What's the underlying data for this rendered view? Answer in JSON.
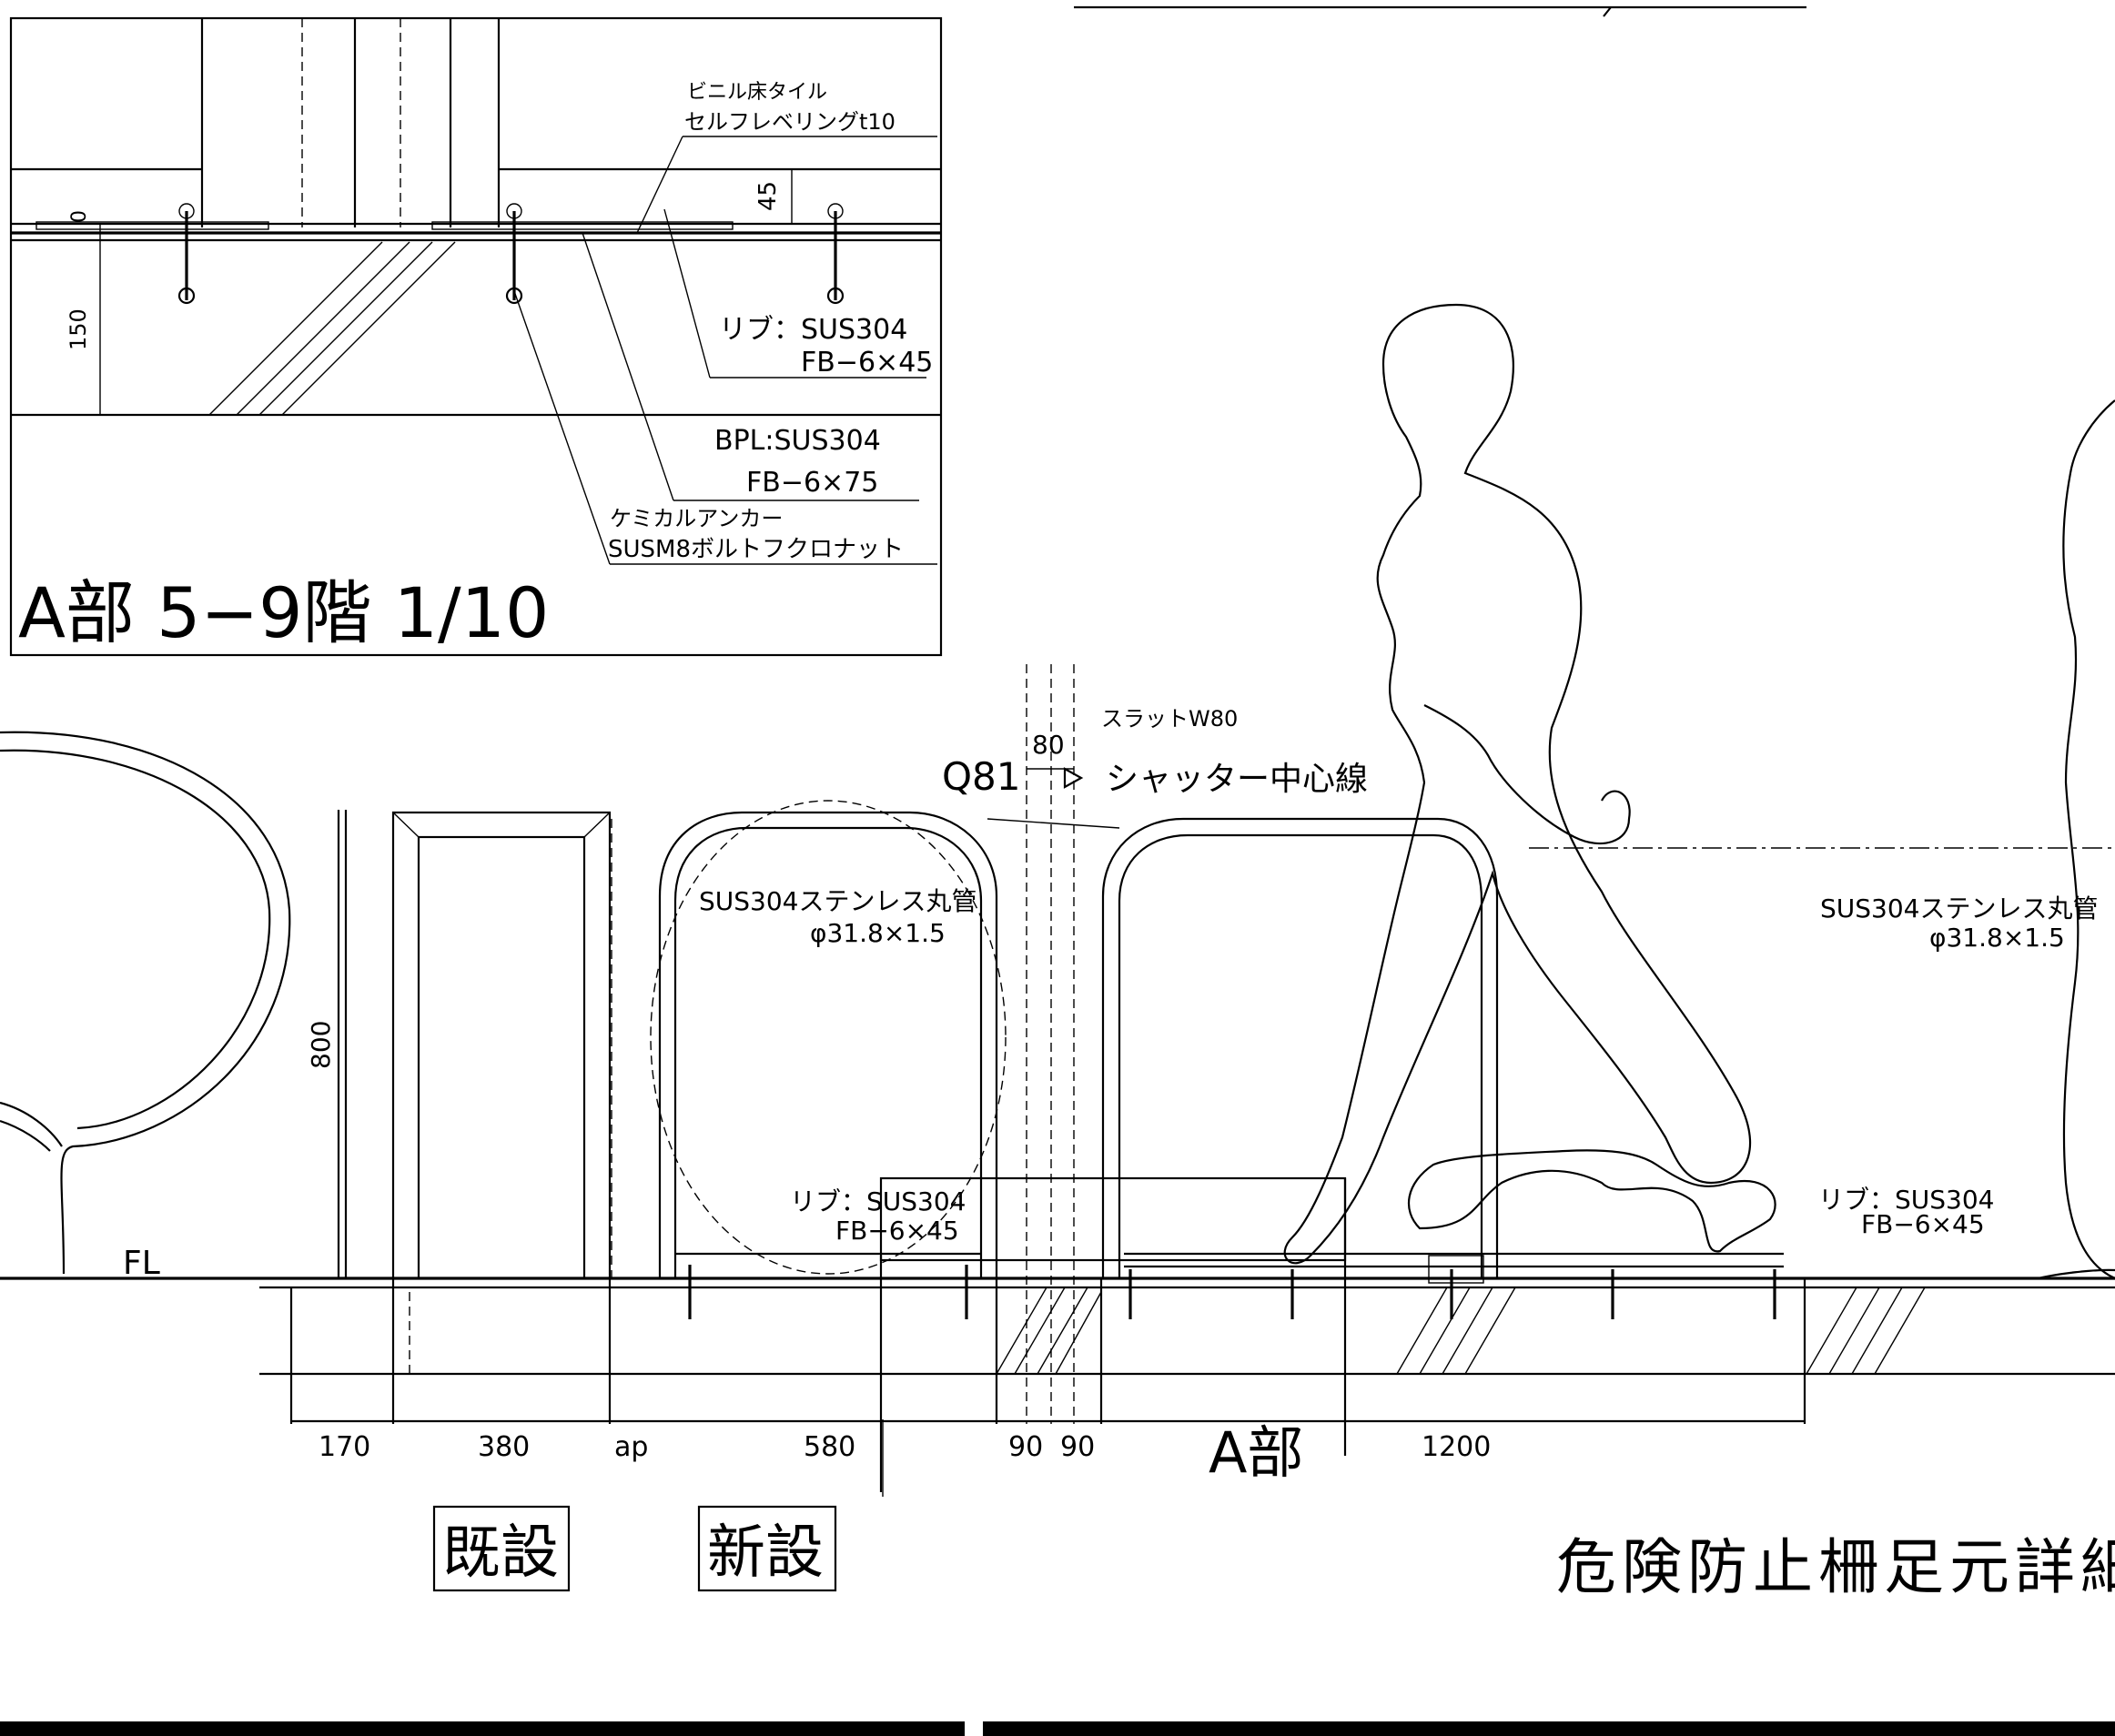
{
  "detail": {
    "title": "A部 5−9階 1/10",
    "notes": {
      "floor_tile": "ビニル床タイル",
      "self_leveling": "セルフレベリングt10",
      "rib_material": "リブ：SUS304",
      "rib_size": "FB−6×45",
      "bpl_material": "BPL:SUS304",
      "bpl_size": "FB−6×75",
      "anchor_type": "ケミカルアンカー",
      "anchor_spec": "SUSM8ボルトフクロナット"
    },
    "dims": {
      "d45": "45",
      "d150": "150",
      "d0": "0"
    }
  },
  "elevation": {
    "slat_note": "スラットW80",
    "dim_80": "80",
    "dim_Q81": "Q81",
    "shutter_centerline": "シャッター中心線",
    "pipe_left_1": "SUS304ステンレス丸管",
    "pipe_left_2": "φ31.8×1.5",
    "pipe_right_1": "SUS304ステンレス丸管",
    "pipe_right_2": "φ31.8×1.5",
    "rib_left_1": "リブ：SUS304",
    "rib_left_2": "FB−6×45",
    "rib_right_1": "リブ：SUS304",
    "rib_right_2": "FB−6×45",
    "fl": "FL",
    "height_800": "800",
    "dims_bottom": [
      "170",
      "380",
      "ap",
      "580",
      "90",
      "90",
      "1200"
    ],
    "section_label": "A部"
  },
  "legend": {
    "existing": "既設",
    "new": "新設"
  },
  "drawing_title": "危険防止柵足元詳細"
}
